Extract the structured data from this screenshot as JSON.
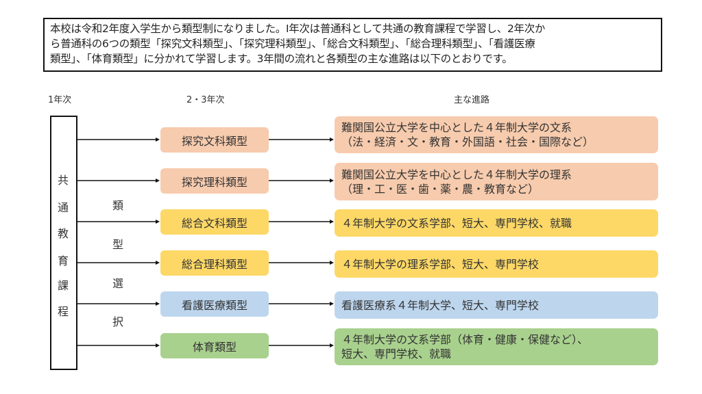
{
  "intro": {
    "lines": [
      "本校は令和2年度入学生から類型制になりました。I年次は普通科として共通の教育課程で学習し、2年次か",
      "ら普通科の6つの類型「探究文科類型」、「探究理科類型」、「総合文科類型」、「総合理科類型」、「看護医療",
      "類型」、「体育類型」に分かれて学習します。3年間の流れと各類型の主な進路は以下のとおりです。"
    ]
  },
  "headers": {
    "year1": "1年次",
    "year23": "2・3年次",
    "paths": "主な進路"
  },
  "common_course": [
    "共",
    "通",
    "教",
    "育",
    "課",
    "程"
  ],
  "type_selection": [
    "類",
    "型",
    "選",
    "択"
  ],
  "colors": {
    "salmon": "#f7cbad",
    "yellow": "#fdd866",
    "blue": "#bdd6ee",
    "green": "#a9d18e"
  },
  "tracks": [
    {
      "name": "探究文科類型",
      "color": "salmon",
      "paths": [
        "難関国公立大学を中心とした４年制大学の文系",
        "（法・経済・文・教育・外国語・社会・国際など）"
      ]
    },
    {
      "name": "探究理科類型",
      "color": "salmon",
      "paths": [
        "難関国公立大学を中心とした４年制大学の理系",
        "（理・工・医・歯・薬・農・教育など）"
      ]
    },
    {
      "name": "総合文科類型",
      "color": "yellow",
      "paths": [
        "４年制大学の文系学部、短大、専門学校、就職"
      ]
    },
    {
      "name": "総合理科類型",
      "color": "yellow",
      "paths": [
        "４年制大学の理系学部、短大、専門学校"
      ]
    },
    {
      "name": "看護医療類型",
      "color": "blue",
      "paths": [
        "看護医療系４年制大学、短大、専門学校"
      ]
    },
    {
      "name": "体育類型",
      "color": "green",
      "paths": [
        "４年制大学の文系学部（体育・健康・保健など）、",
        "短大、専門学校、就職"
      ]
    }
  ]
}
